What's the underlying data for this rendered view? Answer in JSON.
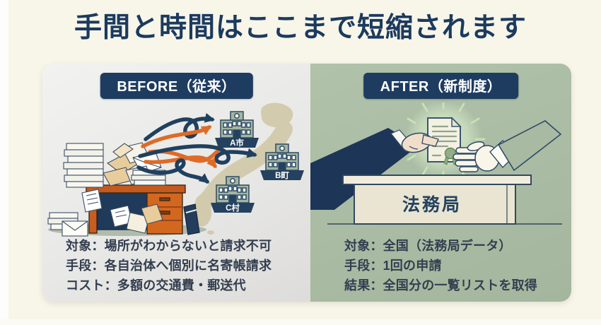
{
  "title": "手間と時間はここまで短縮されます",
  "before": {
    "badge": "BEFORE（従来）",
    "buildings": [
      "A市",
      "B町",
      "C村"
    ],
    "lines": [
      "対象：場所がわからないと請求不可",
      "手段：各自治体へ個別に名寄帳請求",
      "コスト：多額の交通費・郵送代"
    ],
    "icons": [
      "messy-desk",
      "paper-piles",
      "tangled-arrows",
      "japan-map",
      "government-buildings"
    ]
  },
  "after": {
    "badge": "AFTER（新制度）",
    "counter_label": "法務局",
    "lines": [
      "対象：全国（法務局データ）",
      "手段：1回の申請",
      "結果：全国分の一覧リストを取得"
    ],
    "icons": [
      "glowing-certificate",
      "giving-hand",
      "receiving-hand",
      "service-counter"
    ]
  },
  "colors": {
    "background": "#f8f5e9",
    "title_navy": "#1b3a5e",
    "badge_navy": "#1d3c60",
    "before_panel_gray": "#e8e8e6",
    "after_panel_green": "#a8bba2",
    "arrow_navy": "#20405f",
    "accent_orange": "#de6b28",
    "map_tan": "#cdc39e",
    "desk_orange": "#c75d20",
    "glow_green": "#dff0d3",
    "body_text": "#333e4f"
  }
}
